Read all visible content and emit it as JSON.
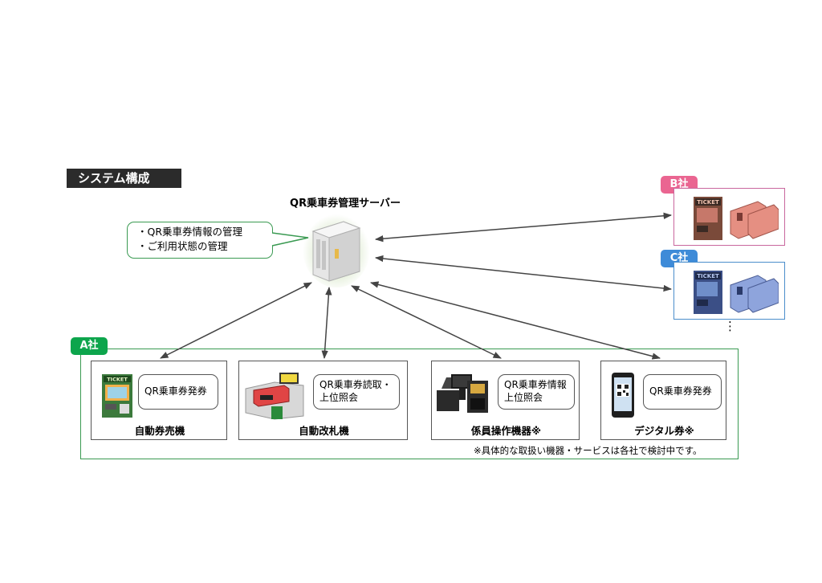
{
  "section_title": "システム構成",
  "server": {
    "title": "QR乗車券管理サーバー",
    "functions": [
      "・QR乗車券情報の管理",
      "・ご利用状態の管理"
    ]
  },
  "companies": {
    "a": {
      "label": "A社"
    },
    "b": {
      "label": "B社"
    },
    "c": {
      "label": "C社"
    },
    "more": "⋮"
  },
  "devices": [
    {
      "label": "自動券売機",
      "function": [
        "QR乗車券発券"
      ],
      "icon": "ticket-vending-machine-icon"
    },
    {
      "label": "自動改札機",
      "function": [
        "QR乗車券読取・",
        "上位照会"
      ],
      "icon": "ticket-gate-icon"
    },
    {
      "label": "係員操作機器※",
      "function": [
        "QR乗車券情報",
        "上位照会"
      ],
      "icon": "staff-terminal-icon"
    },
    {
      "label": "デジタル券※",
      "function": [
        "QR乗車券発券"
      ],
      "icon": "smartphone-qr-icon"
    }
  ],
  "ticket_sign": "TICKET",
  "note": "※具体的な取扱い機器・サービスは各社で検討中です。",
  "colors": {
    "title_bg": "#2b2b2b",
    "company_a": "#0da54c",
    "company_b": "#ea6591",
    "company_c": "#3e8bd8",
    "frame_green": "#3a9a52",
    "arrow": "#444444"
  }
}
